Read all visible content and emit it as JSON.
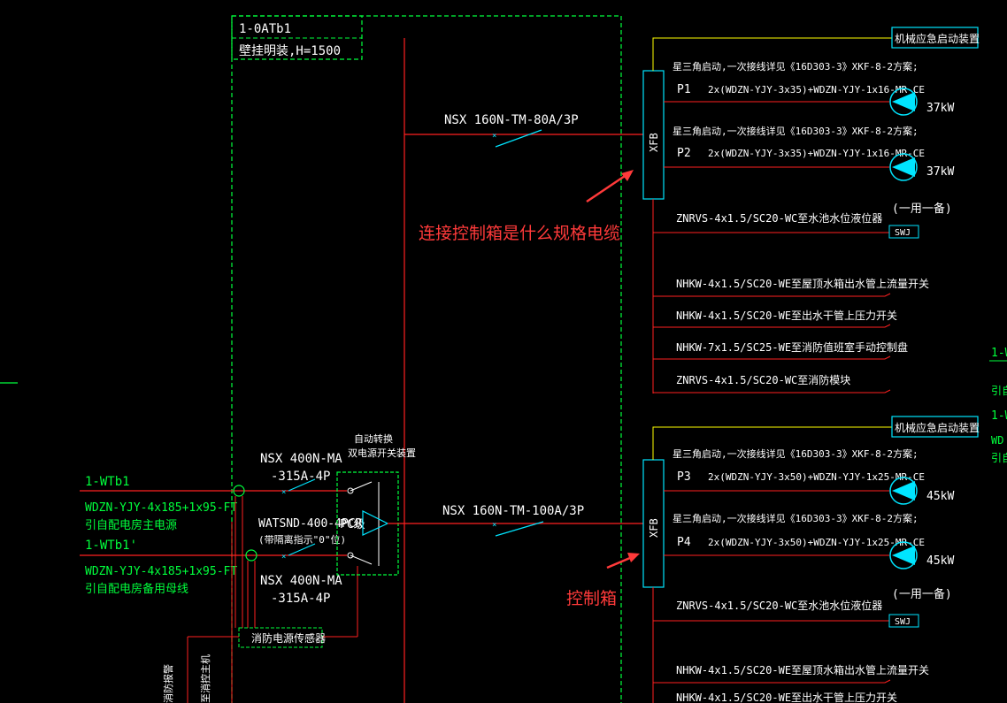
{
  "panel": {
    "id": "1-0ATb1",
    "mount": "壁挂明装,H=1500"
  },
  "incoming": {
    "main_id": "1-WTb1",
    "main_cable": "WDZN-YJY-4x185+1x95-FT",
    "main_desc": "引自配电房主电源",
    "standby_id": "1-WTb1'",
    "standby_cable": "WDZN-YJY-4x185+1x95-FT",
    "standby_desc": "引自配电房备用母线"
  },
  "switching": {
    "breaker_top_line1": "NSX 400N-MA",
    "breaker_top_line2": "-315A-4P",
    "breaker_bottom_line1": "NSX 400N-MA",
    "breaker_bottom_line2": "-315A-4P",
    "ats_model": "WATSND-400-4PCR",
    "ats_note": "(带隔离指示\"0\"位)",
    "ats_label": "PC级",
    "ats_title_line1": "自动转换",
    "ats_title_line2": "双电源开关装置",
    "fire_sensor": "消防电源传感器",
    "left_vertical_line1": "消防报警",
    "left_vertical_line2": "至消控主机"
  },
  "feeders": [
    {
      "breaker": "NSX 160N-TM-80A/3P",
      "box": "XFB",
      "emergency_device": "机械应急启动装置",
      "pumps": [
        {
          "start_note": "星三角启动,一次接线详见《16D303-3》XKF-8-2方案;",
          "tag": "P1",
          "cable": "2x(WDZN-YJY-3x35)+WDZN-YJY-1x16-MR-CE",
          "power": "37kW"
        },
        {
          "start_note": "星三角启动,一次接线详见《16D303-3》XKF-8-2方案;",
          "tag": "P2",
          "cable": "2x(WDZN-YJY-3x35)+WDZN-YJY-1x16-MR-CE",
          "power": "37kW"
        }
      ],
      "standby_note": "(一用一备)",
      "swj": "SWJ",
      "signal_lines": [
        "ZNRVS-4x1.5/SC20-WC至水池水位液位器",
        "NHKW-4x1.5/SC20-WE至屋顶水箱出水管上流量开关",
        "NHKW-4x1.5/SC20-WE至出水干管上压力开关",
        "NHKW-7x1.5/SC25-WE至消防值班室手动控制盘",
        "ZNRVS-4x1.5/SC20-WC至消防模块"
      ]
    },
    {
      "breaker": "NSX 160N-TM-100A/3P",
      "box": "XFB",
      "emergency_device": "机械应急启动装置",
      "pumps": [
        {
          "start_note": "星三角启动,一次接线详见《16D303-3》XKF-8-2方案;",
          "tag": "P3",
          "cable": "2x(WDZN-YJY-3x50)+WDZN-YJY-1x25-MR-CE",
          "power": "45kW"
        },
        {
          "start_note": "星三角启动,一次接线详见《16D303-3》XKF-8-2方案;",
          "tag": "P4",
          "cable": "2x(WDZN-YJY-3x50)+WDZN-YJY-1x25-MR-CE",
          "power": "45kW"
        }
      ],
      "standby_note": "(一用一备)",
      "swj": "SWJ",
      "signal_lines": [
        "ZNRVS-4x1.5/SC20-WC至水池水位液位器",
        "NHKW-4x1.5/SC20-WE至屋顶水箱出水管上流量开关",
        "NHKW-4x1.5/SC20-WE至出水干管上压力开关"
      ]
    }
  ],
  "annotations": {
    "question": "连接控制箱是什么规格电缆",
    "box_label": "控制箱"
  },
  "right_edge": {
    "id1": "1-W",
    "id1_desc": "引自",
    "id2": "1-W",
    "id2_desc1": "WD",
    "id2_desc2": "引自"
  },
  "colors": {
    "background": "#000000",
    "red_wire": "#ff2020",
    "green_wire": "#00ff3c",
    "cyan": "#00e5ff",
    "yellow": "#ffff00",
    "white_text": "#ffffff",
    "annotation": "#ff3a3a"
  }
}
